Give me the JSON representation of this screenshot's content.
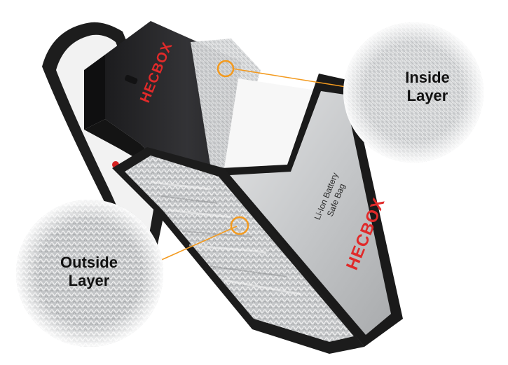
{
  "callouts": {
    "inside": {
      "line1": "Inside",
      "line2": "Layer"
    },
    "outside": {
      "line1": "Outside",
      "line2": "Layer"
    }
  },
  "product": {
    "brand_battery": "HECBOX",
    "brand_bag": "HECBOX",
    "bag_text_line1": "Li-Ion Battery",
    "bag_text_line2": "Safe Bag"
  },
  "colors": {
    "accent_orange": "#f39a1e",
    "brand_red": "#e02a2a",
    "bag_silver": "#c9cbcd",
    "bag_edge": "#1b1b1b",
    "battery": "#2a2a2c"
  }
}
